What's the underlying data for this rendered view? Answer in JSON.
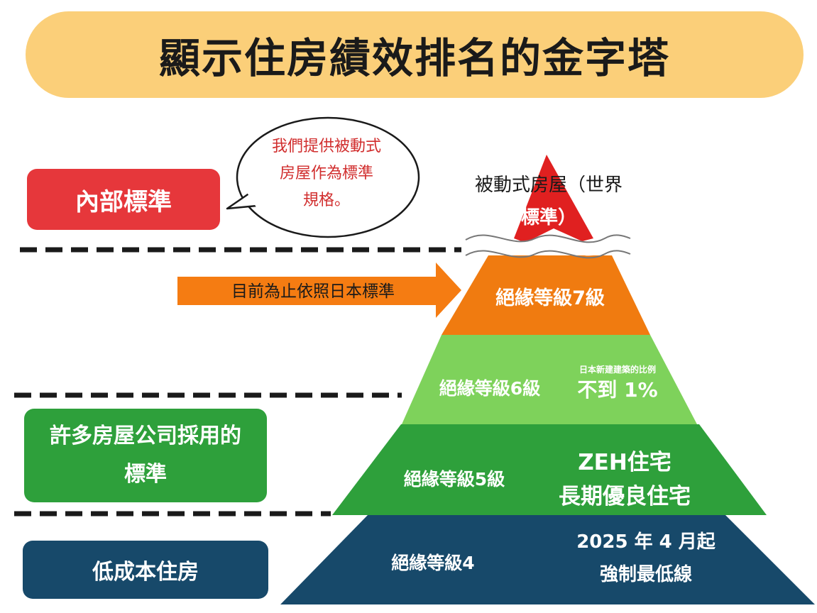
{
  "title": "顯示住房績效排名的金字塔",
  "labels": {
    "internal_standard": "內部標準",
    "housing_companies_line1": "許多房屋公司採用的",
    "housing_companies_line2": "標準",
    "low_cost_housing": "低成本住房"
  },
  "speech_bubble": {
    "line1": "我們提供被動式",
    "line2": "房屋作為標準",
    "line3": "規格。"
  },
  "peak": {
    "line1": "被動式房屋（世界",
    "line2": "標準）"
  },
  "arrow_text": "目前為止依照日本標準",
  "tiers": {
    "grade7": "絕緣等級7級",
    "grade6": "絕緣等級6級",
    "grade6_note_small": "日本新建建築的比例",
    "grade6_note_big": "不到 1%",
    "grade5": "絕緣等級5級",
    "grade5_note_line1": "ZEH住宅",
    "grade5_note_line2": "長期優良住宅",
    "grade4": "絕緣等級4",
    "grade4_note_line1": "2025 年 4 月起",
    "grade4_note_line2": "強制最低線"
  },
  "colors": {
    "title_bg": "#fbcf79",
    "internal_red": "#e6373b",
    "peak_red": "#e02020",
    "grade7_orange": "#f07b10",
    "grade6_lightgreen": "#7ed25b",
    "grade5_green": "#2ea03b",
    "grade4_navy": "#17496a",
    "arrow_orange": "#f57c12"
  }
}
